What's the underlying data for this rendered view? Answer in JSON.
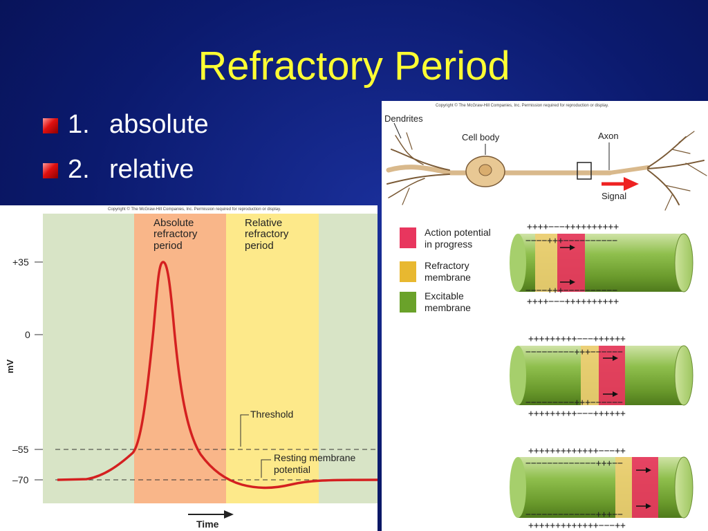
{
  "slide": {
    "title": "Refractory Period",
    "bullets": [
      {
        "number": "1.",
        "text": "absolute"
      },
      {
        "number": "2.",
        "text": "relative"
      }
    ]
  },
  "graph": {
    "copyright": "Copyright © The McGraw-Hill Companies, Inc. Permission required for reproduction or display.",
    "zones": {
      "absolute": [
        "Absolute",
        "refractory",
        "period"
      ],
      "relative": [
        "Relative",
        "refractory",
        "period"
      ]
    },
    "y_axis_label": "mV",
    "x_axis_label": "Time",
    "y_ticks": [
      "+35",
      "0",
      "–55",
      "–70"
    ],
    "threshold_label": "Threshold",
    "resting_label": [
      "Resting membrane",
      "potential"
    ],
    "colors": {
      "resting_zone": "#d8e4c6",
      "absolute_zone": "#f9b689",
      "relative_zone": "#fde98a",
      "trace": "#d42020"
    }
  },
  "diagram": {
    "copyright": "Copyright © The McGraw-Hill Companies, Inc. Permission required for reproduction or display.",
    "neuron_labels": {
      "dendrites": "Dendrites",
      "cell_body": "Cell body",
      "axon": "Axon",
      "signal": "Signal"
    },
    "legend": [
      {
        "lines": [
          "Action potential",
          "in progress"
        ],
        "color": "#e8365e"
      },
      {
        "lines": [
          "Refractory",
          "membrane"
        ],
        "color": "#e8b830"
      },
      {
        "lines": [
          "Excitable",
          "membrane"
        ],
        "color": "#6aa22a"
      }
    ],
    "axon_segments": [
      {
        "top_signs": "++++−−−++++++++++",
        "bottom_signs": "++++−−−++++++++++",
        "inner_top": "−−−−+++−−−−−−−−−−",
        "inner_bottom": "−−−−+++−−−−−−−−−−"
      },
      {
        "top_signs": "+++++++++−−−++++++",
        "bottom_signs": "+++++++++−−−++++++",
        "inner_top": "−−−−−−−−−+++−−−−−−",
        "inner_bottom": "−−−−−−−−−+++−−−−−−"
      },
      {
        "top_signs": "+++++++++++++−−−++",
        "bottom_signs": "+++++++++++++−−−++",
        "inner_top": "−−−−−−−−−−−−−+++−−",
        "inner_bottom": "−−−−−−−−−−−−−+++−−"
      }
    ]
  }
}
